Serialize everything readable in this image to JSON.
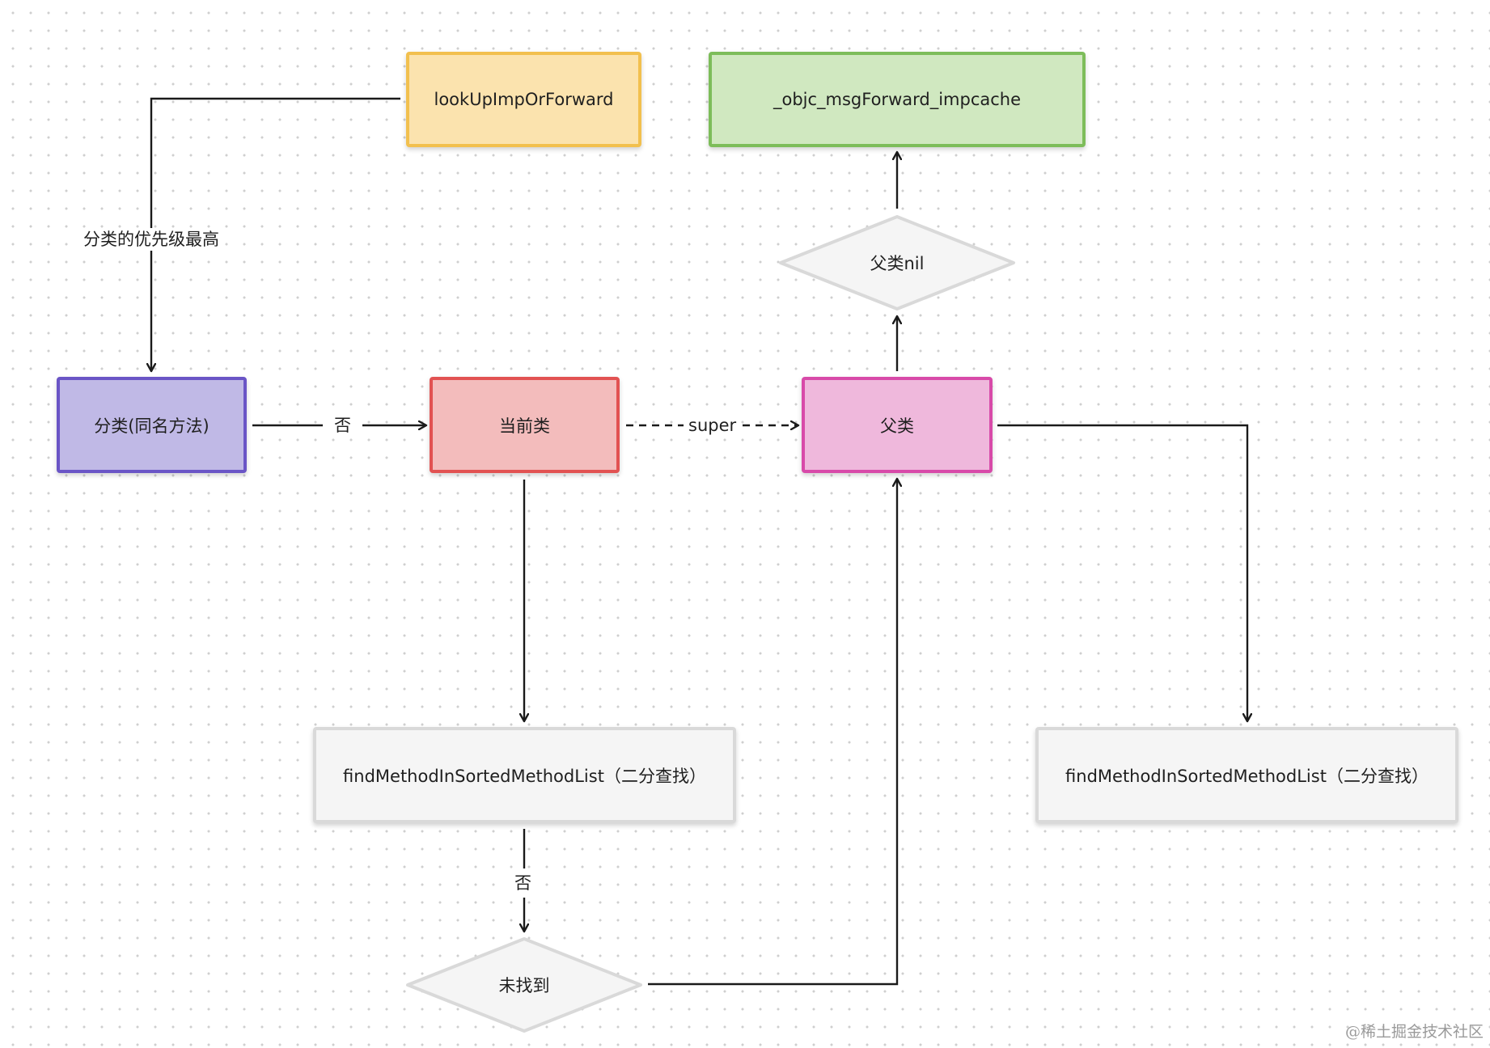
{
  "nodes": {
    "lookup": {
      "label": "lookUpImpOrForward"
    },
    "forward": {
      "label": "_objc_msgForward_impcache"
    },
    "superclass_nil": {
      "label": "父类nil"
    },
    "category": {
      "label": "分类(同名方法)"
    },
    "current_class": {
      "label": "当前类"
    },
    "superclass": {
      "label": "父类"
    },
    "find_current": {
      "label": "findMethodInSortedMethodList（二分查找）"
    },
    "find_super": {
      "label": "findMethodInSortedMethodList（二分查找）"
    },
    "not_found": {
      "label": "未找到"
    }
  },
  "edge_labels": {
    "category_priority": "分类的优先级最高",
    "category_no": "否",
    "super": "super",
    "find_no": "否"
  },
  "watermark": "@稀土掘金技术社区",
  "colors": {
    "lookup_fill": "#fbe3ae",
    "lookup_border": "#f2c04e",
    "forward_fill": "#d0e8c0",
    "forward_border": "#7dbd5a",
    "category_fill": "#c0b9e6",
    "category_border": "#6a55c6",
    "current_fill": "#f3bcbc",
    "current_border": "#e25252",
    "superclass_fill": "#efb8dc",
    "superclass_border": "#d84aa9",
    "neutral_fill": "#f5f5f5",
    "neutral_border": "#d9d9d9",
    "line": "#1a1a1a"
  }
}
